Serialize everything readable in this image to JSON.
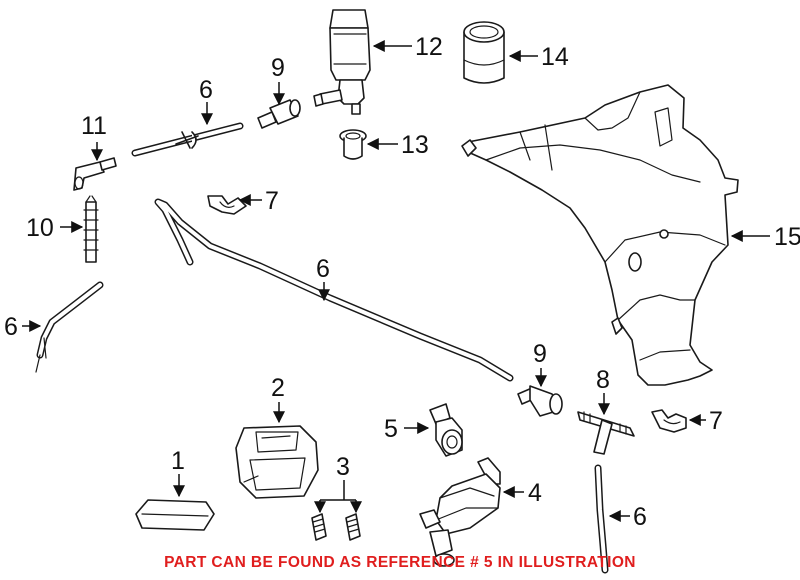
{
  "callouts": {
    "c1": "1",
    "c2": "2",
    "c3": "3",
    "c4": "4",
    "c5": "5",
    "c6a": "6",
    "c6b": "6",
    "c6c": "6",
    "c6d": "6",
    "c7a": "7",
    "c7b": "7",
    "c8": "8",
    "c9a": "9",
    "c9b": "9",
    "c10": "10",
    "c11": "11",
    "c12": "12",
    "c13": "13",
    "c14": "14",
    "c15": "15"
  },
  "footer_note": "PART CAN BE FOUND AS REFERENCE # 5 IN ILLUSTRATION",
  "colors": {
    "footer_text": "#e01e1e",
    "line_art": "#1a1a1a",
    "background": "#ffffff"
  }
}
